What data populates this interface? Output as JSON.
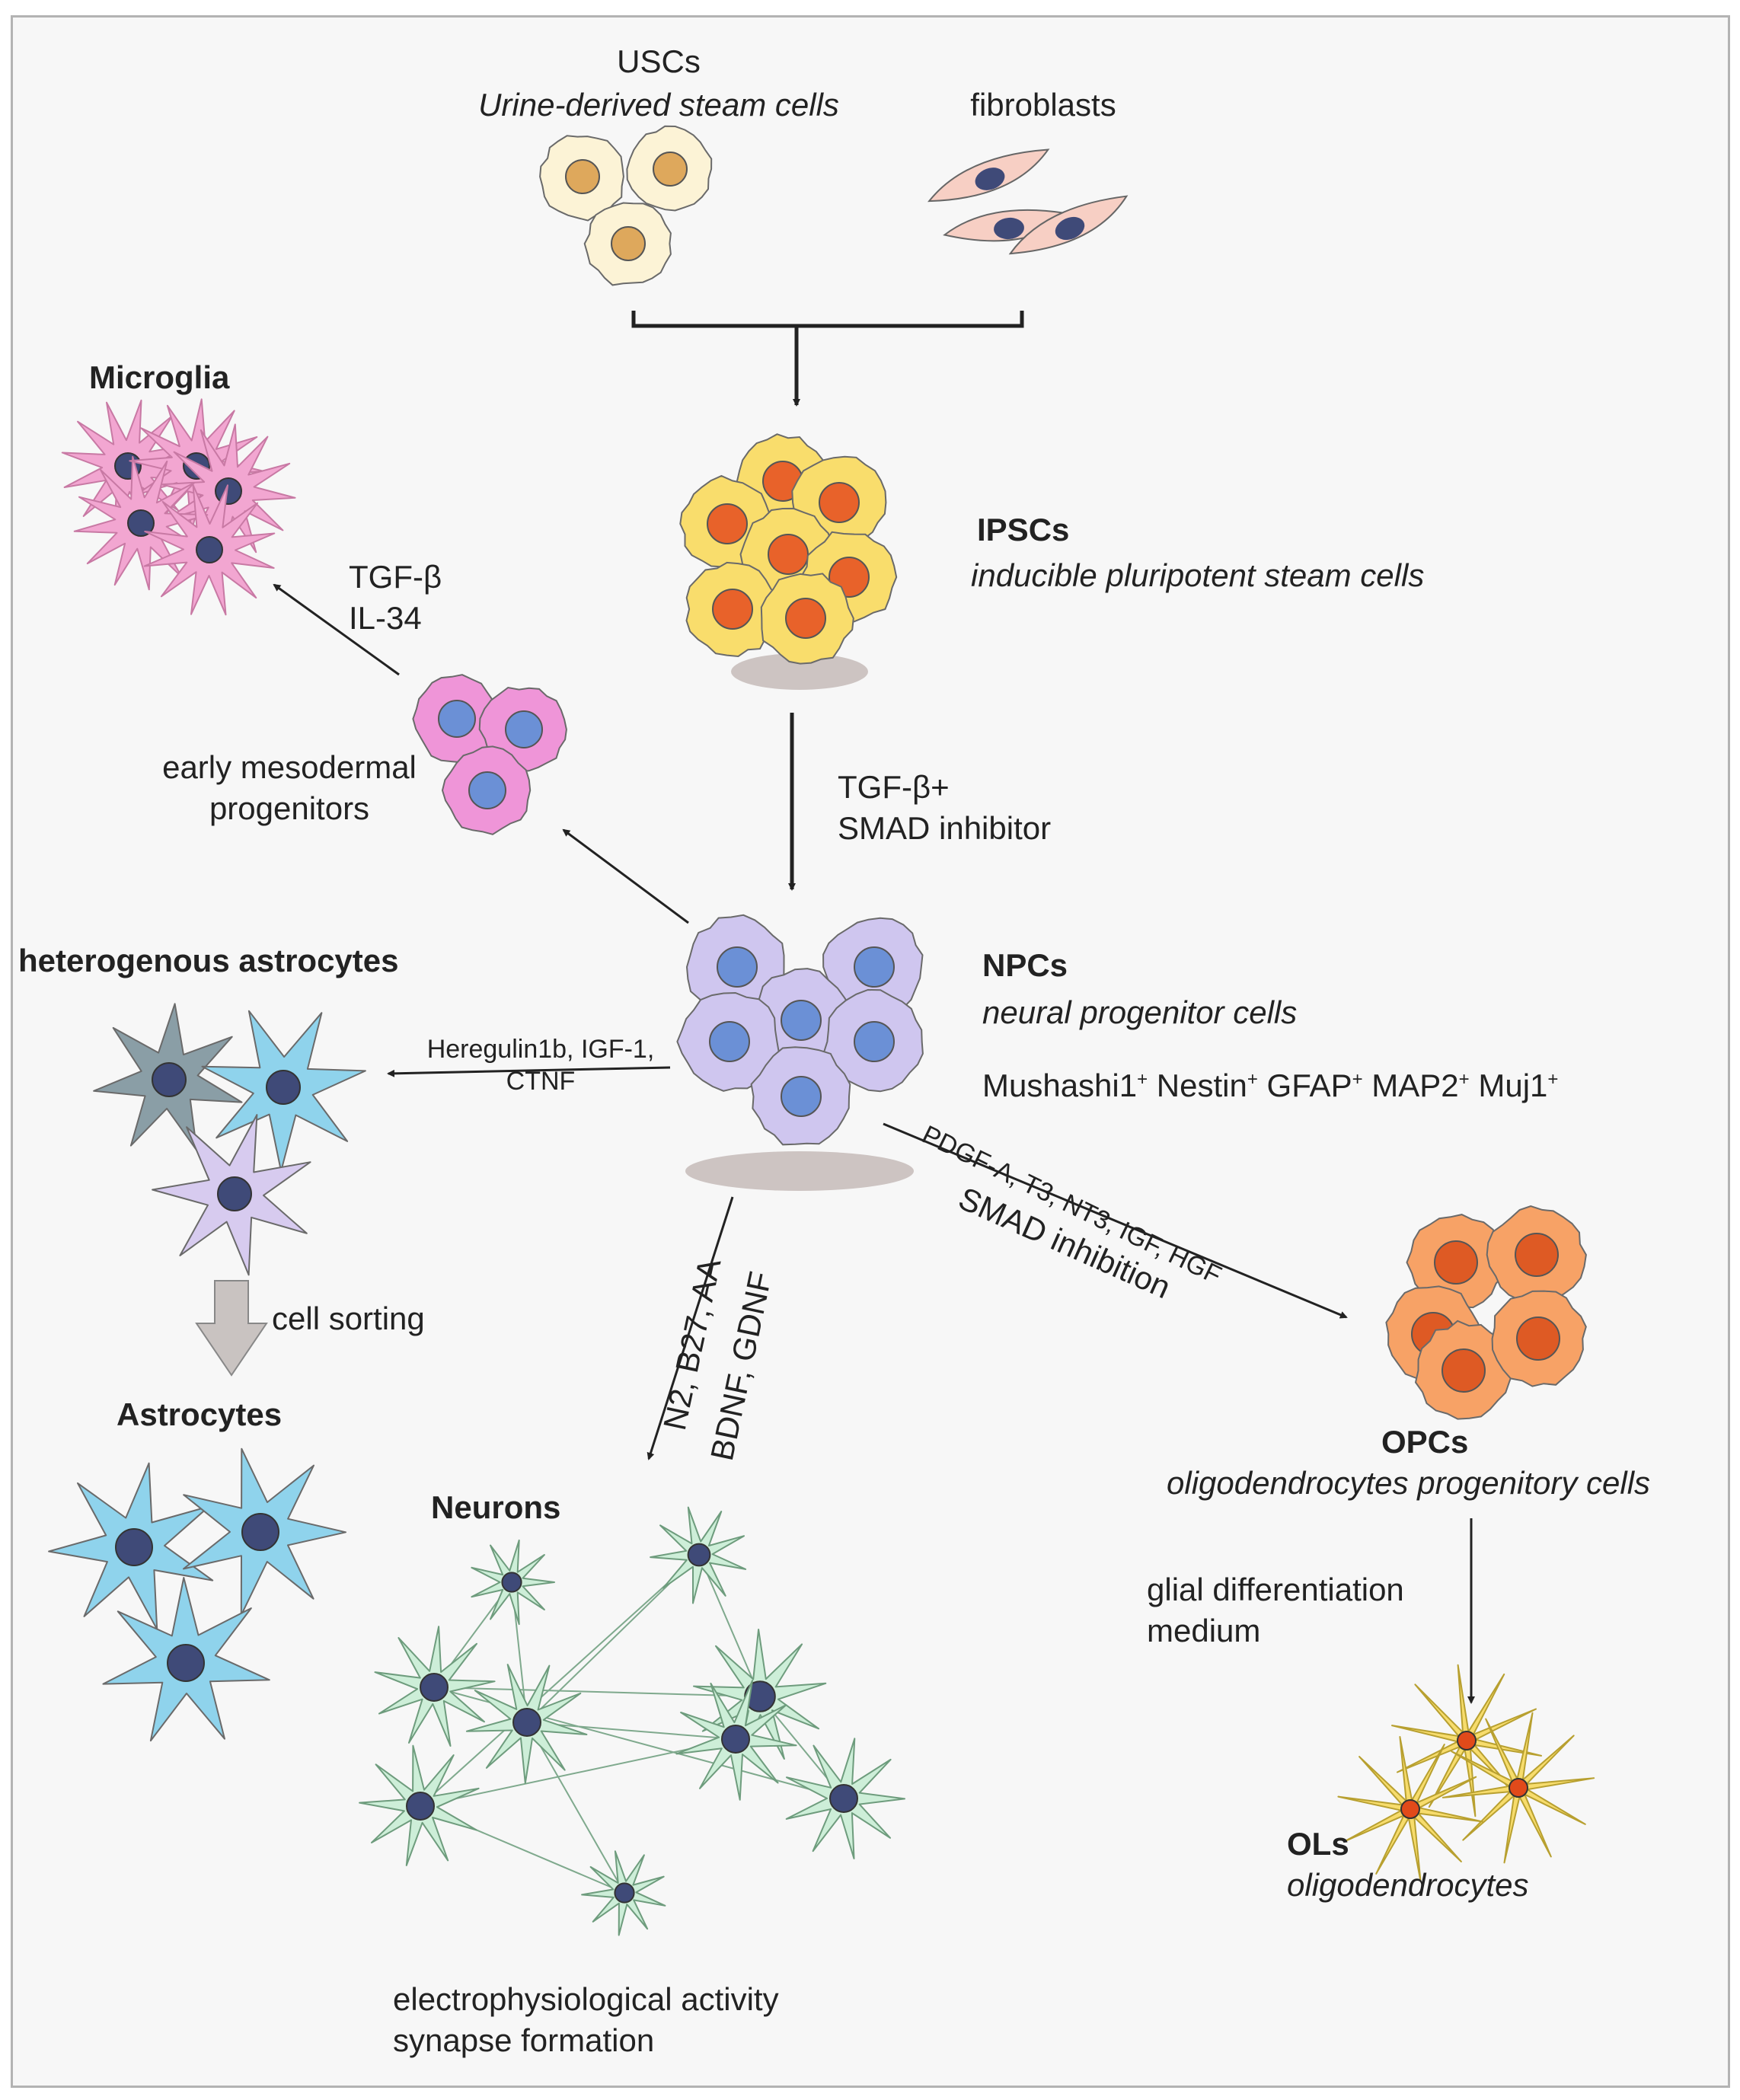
{
  "sources": {
    "uscs": {
      "title": "USCs",
      "subtitle": "Urine-derived steam cells"
    },
    "fibroblasts": {
      "title": "fibroblasts"
    }
  },
  "ipscs": {
    "title": "IPSCs",
    "subtitle": "inducible pluripotent steam cells"
  },
  "ipsc_to_npc": {
    "line1": "TGF-β+",
    "line2": "SMAD inhibitor"
  },
  "npcs": {
    "title": "NPCs",
    "subtitle": "neural progenitor cells",
    "markers": [
      {
        "name": "Mushashi1",
        "sup": "+"
      },
      {
        "name": "Nestin",
        "sup": "+"
      },
      {
        "name": "GFAP",
        "sup": "+"
      },
      {
        "name": "MAP2",
        "sup": "+"
      },
      {
        "name": "Muj1",
        "sup": "+"
      }
    ]
  },
  "mesoderm": {
    "line1": "early mesodermal",
    "line2": "progenitors"
  },
  "microglia": {
    "title": "Microglia",
    "factors_line1": "TGF-β",
    "factors_line2": "IL-34"
  },
  "astro_branch": {
    "factors_line1": "Heregulin1b, IGF-1,",
    "factors_line2": "CTNF",
    "hetero_title": "heterogenous astrocytes",
    "sorting_label": "cell sorting",
    "astro_title": "Astrocytes"
  },
  "neuron_branch": {
    "factors_line1": "N2, B27, AA",
    "factors_line2": "BDNF, GDNF",
    "title": "Neurons",
    "caption_line1": "electrophysiological activity",
    "caption_line2": "synapse formation"
  },
  "opc_branch": {
    "factors_line1": "PDGF-A, T3, NT3, IGF, HGF",
    "factors_line2": "SMAD inhibition",
    "title": "OPCs",
    "subtitle": "oligodendrocytes progenitory cells",
    "medium_line1": "glial differentiation",
    "medium_line2": "medium"
  },
  "ols": {
    "title": "OLs",
    "subtitle": "oligodendrocytes"
  },
  "colors": {
    "usc_body": "#fcf3d6",
    "usc_nucleus": "#dea85c",
    "fibro_body": "#f7cfc4",
    "cell_nucleus_dark": "#3f4a78",
    "ipsc_body": "#f9dd6c",
    "ipsc_nucleus": "#e8622a",
    "meso_body": "#ef95d8",
    "meso_nucleus": "#6b90d6",
    "npc_body": "#cfc6ef",
    "npc_nucleus": "#6b90d6",
    "microglia": "#f2a6d1",
    "astro_blue": "#8fd3ec",
    "astro_grey": "#8a9ea6",
    "astro_lilac": "#d7cbef",
    "neuron": "#cdeed8",
    "opc_body": "#f7a266",
    "opc_nucleus": "#de5a24",
    "ol_body": "#f7dc6c",
    "ol_nucleus": "#e14a1a",
    "dish": "#cdc4c2",
    "arrow": "#222222"
  }
}
